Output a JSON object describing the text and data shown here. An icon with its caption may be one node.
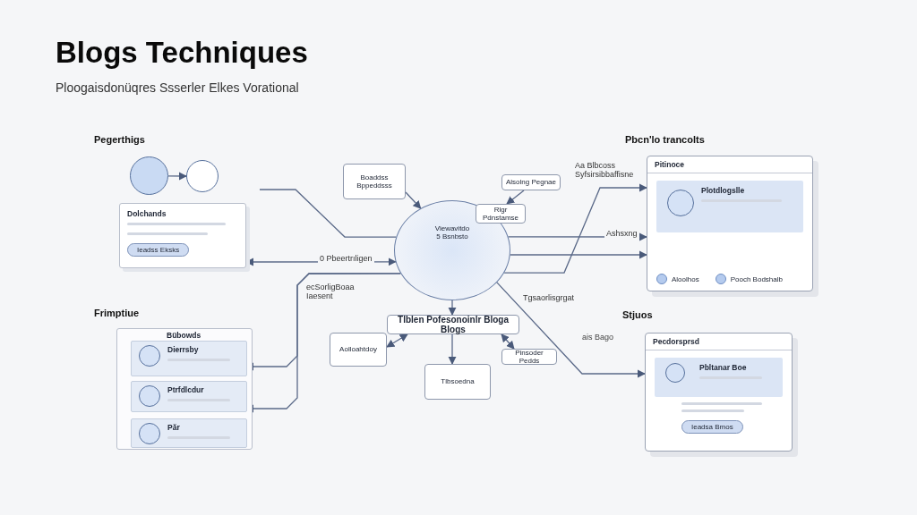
{
  "diagram": {
    "title": "Blogs Techniques",
    "nodes": [
      {
        "text": [
          "Dolchands",
          "Ieadss Eksks"
        ]
      },
      {
        "text": [
          "Bübowds"
        ]
      },
      {
        "text": [
          "Dierrsby"
        ],
        "in": 1
      },
      {
        "text": [
          "Ptrfdlcdur"
        ],
        "in": 1
      },
      {
        "text": [
          "Păr"
        ],
        "in": 1
      },
      {
        "text": [],
        "shape": "circle"
      },
      {
        "text": [],
        "shape": "circle"
      },
      {
        "text": [
          "Boaddss Bppeddsss"
        ]
      },
      {
        "text": [
          "Alsolng Pegnae"
        ]
      },
      {
        "text": [
          "Rlgr Pdnstamse"
        ]
      },
      {
        "text": [
          "Viewavitdo",
          "5 Bsnbsto"
        ]
      },
      {
        "text": [
          "Tlblen Pofesonoinlr Bloga Blogs"
        ]
      },
      {
        "text": [
          "Aolloahtdoy"
        ]
      },
      {
        "text": [
          "Tlbsoedna"
        ]
      },
      {
        "text": [
          "Pinsoder Pedds"
        ]
      },
      {
        "text": [
          "Pitinoce",
          "Plotdlogslle",
          "Aloolhos",
          "Pooch Bodshalb"
        ]
      },
      {
        "text": [
          "Pecdorsprsd",
          "Pbltanar Boe",
          "Ieadsa Bmos"
        ]
      }
    ],
    "edges": [
      {
        "from": 5,
        "to": 6,
        "arrow": "to"
      },
      {
        "from": null,
        "to": 10,
        "arrow": "none"
      },
      {
        "from": 0,
        "to": 10,
        "arrow": "both",
        "label": "0 Pbeertrıligen"
      },
      {
        "from": 10,
        "to": 2,
        "arrow": "to",
        "label": "ecSorligBoaa Iaesent"
      },
      {
        "from": 10,
        "to": 3,
        "arrow": "to"
      },
      {
        "from": 7,
        "to": 10,
        "arrow": "to"
      },
      {
        "from": 8,
        "to": 9,
        "arrow": "to"
      },
      {
        "from": 10,
        "to": 15,
        "arrow": "to",
        "label": "Aa Blbcoss Syfsirsibbaffisne"
      },
      {
        "from": 10,
        "to": 15,
        "arrow": "to",
        "label": "Ashsxng"
      },
      {
        "from": 10,
        "to": 15,
        "arrow": "to"
      },
      {
        "from": 10,
        "to": 16,
        "arrow": "to",
        "label": "Tgsaorlisgrgat"
      },
      {
        "from": 10,
        "to": 11,
        "arrow": "to"
      },
      {
        "from": 11,
        "to": 12,
        "arrow": "both"
      },
      {
        "from": 11,
        "to": 13,
        "arrow": "to"
      },
      {
        "from": 11,
        "to": 14,
        "arrow": "both"
      }
    ],
    "labels": [
      "Ploogaisdonüqres Ssserler Elkes Vorational",
      "Pegerthigs",
      "Frimptiue",
      "Pbcn'lo trancolts",
      "Stjuos",
      "ais Bago"
    ]
  }
}
